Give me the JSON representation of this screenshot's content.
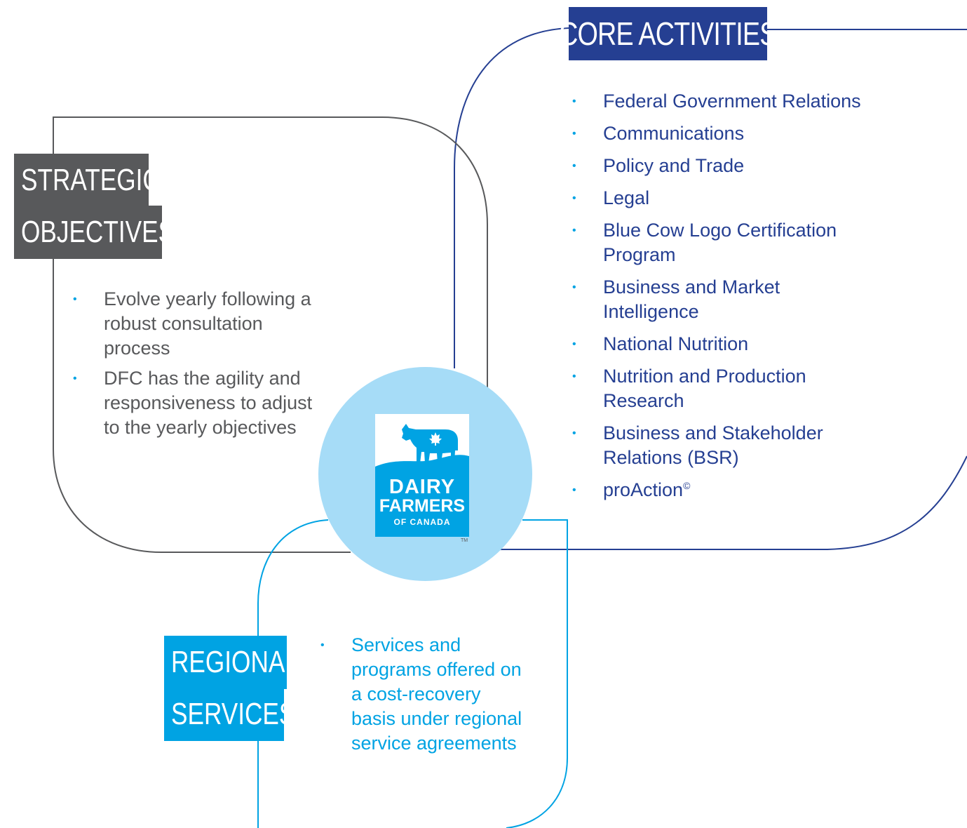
{
  "colors": {
    "core": "#253f92",
    "strategic": "#58595b",
    "regional": "#00a3e3",
    "logo_circle": "#a6dcf7"
  },
  "core": {
    "label": "CORE ACTIVITIES",
    "items": [
      "Federal Government Relations",
      "Communications",
      "Policy and Trade",
      "Legal",
      "Blue Cow Logo Certification Program",
      "Business and Market Intelligence",
      "National Nutrition",
      "Nutrition and Production Research",
      "Business and Stakeholder Relations (BSR)",
      "proAction"
    ],
    "last_item_mark": "©"
  },
  "strategic": {
    "label_line1": "STRATEGIC",
    "label_line2": "OBJECTIVES",
    "items": [
      "Evolve yearly following a robust consultation process",
      "DFC has the agility and responsiveness to adjust to the yearly objectives"
    ]
  },
  "regional": {
    "label_line1": "REGIONAL",
    "label_line2": "SERVICES",
    "items": [
      "Services and programs offered on a cost-recovery basis under regional service agreements"
    ]
  },
  "logo": {
    "line1": "DAIRY",
    "line2": "FARMERS",
    "line3": "OF CANADA",
    "trademark": "TM"
  }
}
